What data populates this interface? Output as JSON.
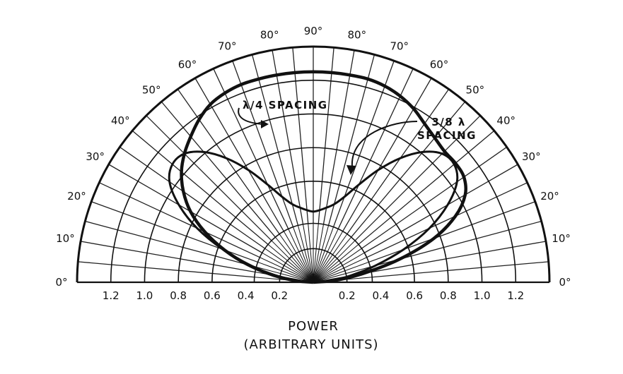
{
  "chart_data": {
    "type": "polar",
    "half_plane": "upper",
    "angle_unit": "degrees",
    "angle_ticks": [
      0,
      10,
      20,
      30,
      40,
      50,
      60,
      70,
      80,
      90
    ],
    "angle_tick_labels_left": [
      "0°",
      "10°",
      "20°",
      "30°",
      "40°",
      "50°",
      "60°",
      "70°",
      "80°",
      "90°"
    ],
    "angle_tick_labels_right": [
      "0°",
      "10°",
      "20°",
      "30°",
      "40°",
      "50°",
      "60°",
      "70°",
      "80°"
    ],
    "radial_ticks": [
      0.2,
      0.4,
      0.6,
      0.8,
      1.0,
      1.2
    ],
    "radial_tick_labels": [
      "0.2",
      "0.4",
      "0.6",
      "0.8",
      "1.0",
      "1.2"
    ],
    "rlim": [
      0,
      1.4
    ],
    "xlabel": "POWER",
    "xlabel_units": "(ARBITRARY UNITS)",
    "grid": true,
    "series": [
      {
        "name": "λ/4 SPACING",
        "angles": [
          0,
          5,
          10,
          15,
          20,
          25,
          30,
          35,
          40,
          45,
          50,
          55,
          60,
          65,
          70,
          75,
          80,
          85,
          90,
          95,
          100,
          105,
          110,
          115,
          120,
          125,
          130,
          135,
          140,
          145,
          150,
          155,
          160,
          165,
          170,
          175,
          180
        ],
        "r": [
          0.0,
          0.13,
          0.3,
          0.53,
          0.76,
          0.93,
          1.04,
          1.09,
          1.1,
          1.1,
          1.12,
          1.15,
          1.19,
          1.22,
          1.24,
          1.25,
          1.25,
          1.25,
          1.25,
          1.25,
          1.25,
          1.25,
          1.25,
          1.24,
          1.22,
          1.18,
          1.13,
          1.08,
          1.02,
          0.94,
          0.84,
          0.71,
          0.56,
          0.4,
          0.24,
          0.1,
          0.0
        ]
      },
      {
        "name": "3/8 λ SPACING",
        "angles": [
          0,
          5,
          10,
          15,
          20,
          25,
          30,
          35,
          40,
          45,
          50,
          55,
          60,
          65,
          70,
          75,
          80,
          85,
          90,
          95,
          100,
          105,
          110,
          115,
          120,
          125,
          130,
          135,
          140,
          145,
          150,
          155,
          160,
          165,
          170,
          175,
          180
        ],
        "r": [
          0.0,
          0.1,
          0.22,
          0.38,
          0.57,
          0.76,
          0.92,
          1.04,
          1.09,
          1.08,
          1.01,
          0.9,
          0.77,
          0.64,
          0.54,
          0.48,
          0.45,
          0.43,
          0.42,
          0.43,
          0.45,
          0.48,
          0.54,
          0.64,
          0.77,
          0.9,
          1.01,
          1.08,
          1.09,
          1.04,
          0.92,
          0.76,
          0.57,
          0.38,
          0.22,
          0.1,
          0.0
        ]
      }
    ]
  }
}
